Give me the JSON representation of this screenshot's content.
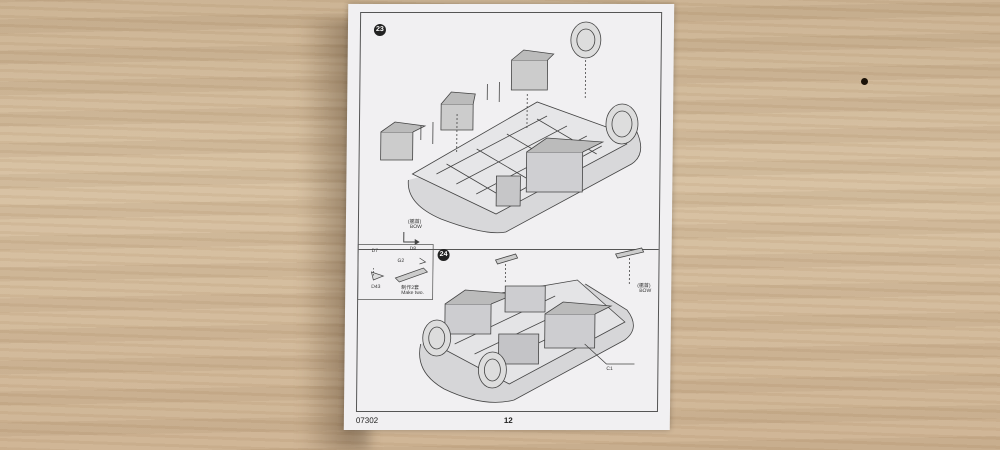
{
  "sheet": {
    "step_top": "23",
    "step_bottom": "24",
    "bow_label_top": "(艦首)",
    "bow_text_top": "BOW",
    "bow_label_bottom": "(艦首)",
    "bow_text_bottom": "BOW",
    "inset": {
      "part_d7": "D7",
      "part_d8": "D8",
      "part_g2": "G2",
      "part_d43": "D43",
      "make_two_jp": "制作2套",
      "make_two_en": "Make two."
    },
    "part_c1": "C1",
    "page_code": "07302",
    "page_number": "12"
  }
}
